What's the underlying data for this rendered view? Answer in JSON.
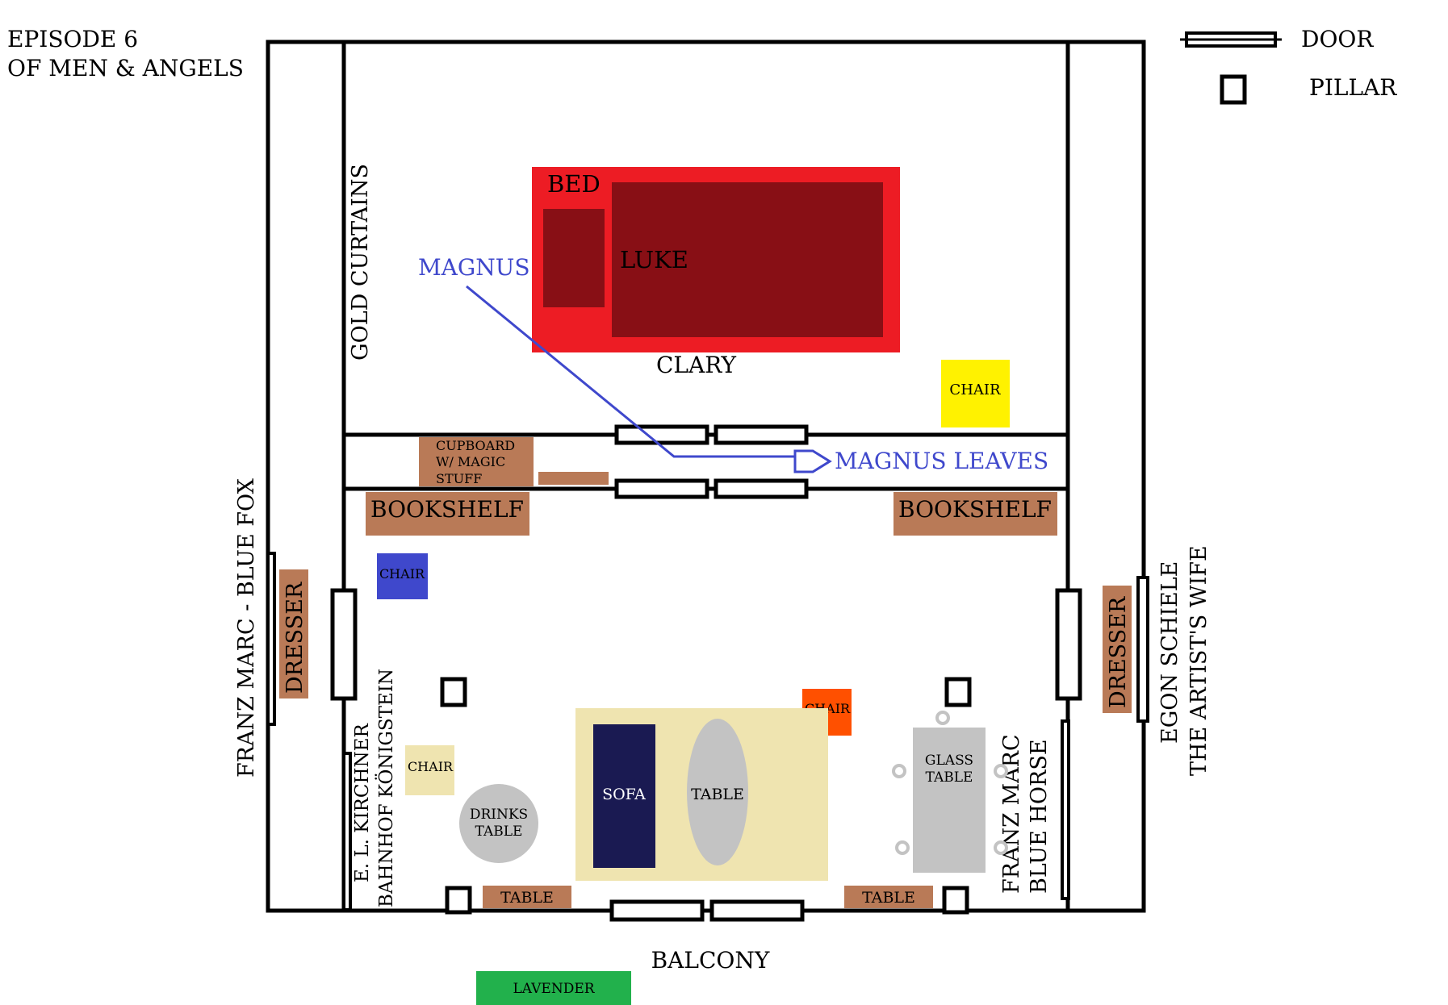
{
  "title": {
    "line1": "EPISODE 6",
    "line2": "OF MEN & ANGELS"
  },
  "legend": {
    "door": "DOOR",
    "pillar": "PILLAR"
  },
  "labels": {
    "bed": "BED",
    "luke": "LUKE",
    "clary": "CLARY",
    "magnus": "MAGNUS",
    "magnus_leaves": "MAGNUS LEAVES",
    "gold_curtains": "GOLD CURTAINS",
    "chair": "CHAIR",
    "cupboard_1": "CUPBOARD",
    "cupboard_2": "W/ MAGIC",
    "cupboard_3": "STUFF",
    "bookshelf": "BOOKSHELF",
    "dresser": "DRESSER",
    "franz_marc_blue_fox": "FRANZ MARC - BLUE FOX",
    "kirchner_1": "E. L. KIRCHNER",
    "kirchner_2": "BAHNHOF KÖNIGSTEIN",
    "franz_marc_blue_horse_1": "FRANZ MARC",
    "franz_marc_blue_horse_2": "BLUE HORSE",
    "schiele_1": "EGON SCHIELE",
    "schiele_2": "THE ARTIST'S WIFE",
    "sofa": "SOFA",
    "table": "TABLE",
    "drinks_1": "DRINKS",
    "drinks_2": "TABLE",
    "glass_1": "GLASS",
    "glass_2": "TABLE",
    "balcony": "BALCONY",
    "lavender": "LAVENDER"
  },
  "colors": {
    "bed_frame": "#ed1c24",
    "bed_inner": "#880f15",
    "furniture_brown": "#b97a57",
    "chair_yellow": "#fff200",
    "chair_blue": "#3f48cc",
    "chair_orange": "#ff5000",
    "chair_cream": "#efe4b0",
    "rug": "#efe4b0",
    "sofa": "#1a1a52",
    "table_gray": "#c3c3c3",
    "lavender_green": "#22b14c",
    "magnus_blue": "#3f48cc"
  }
}
